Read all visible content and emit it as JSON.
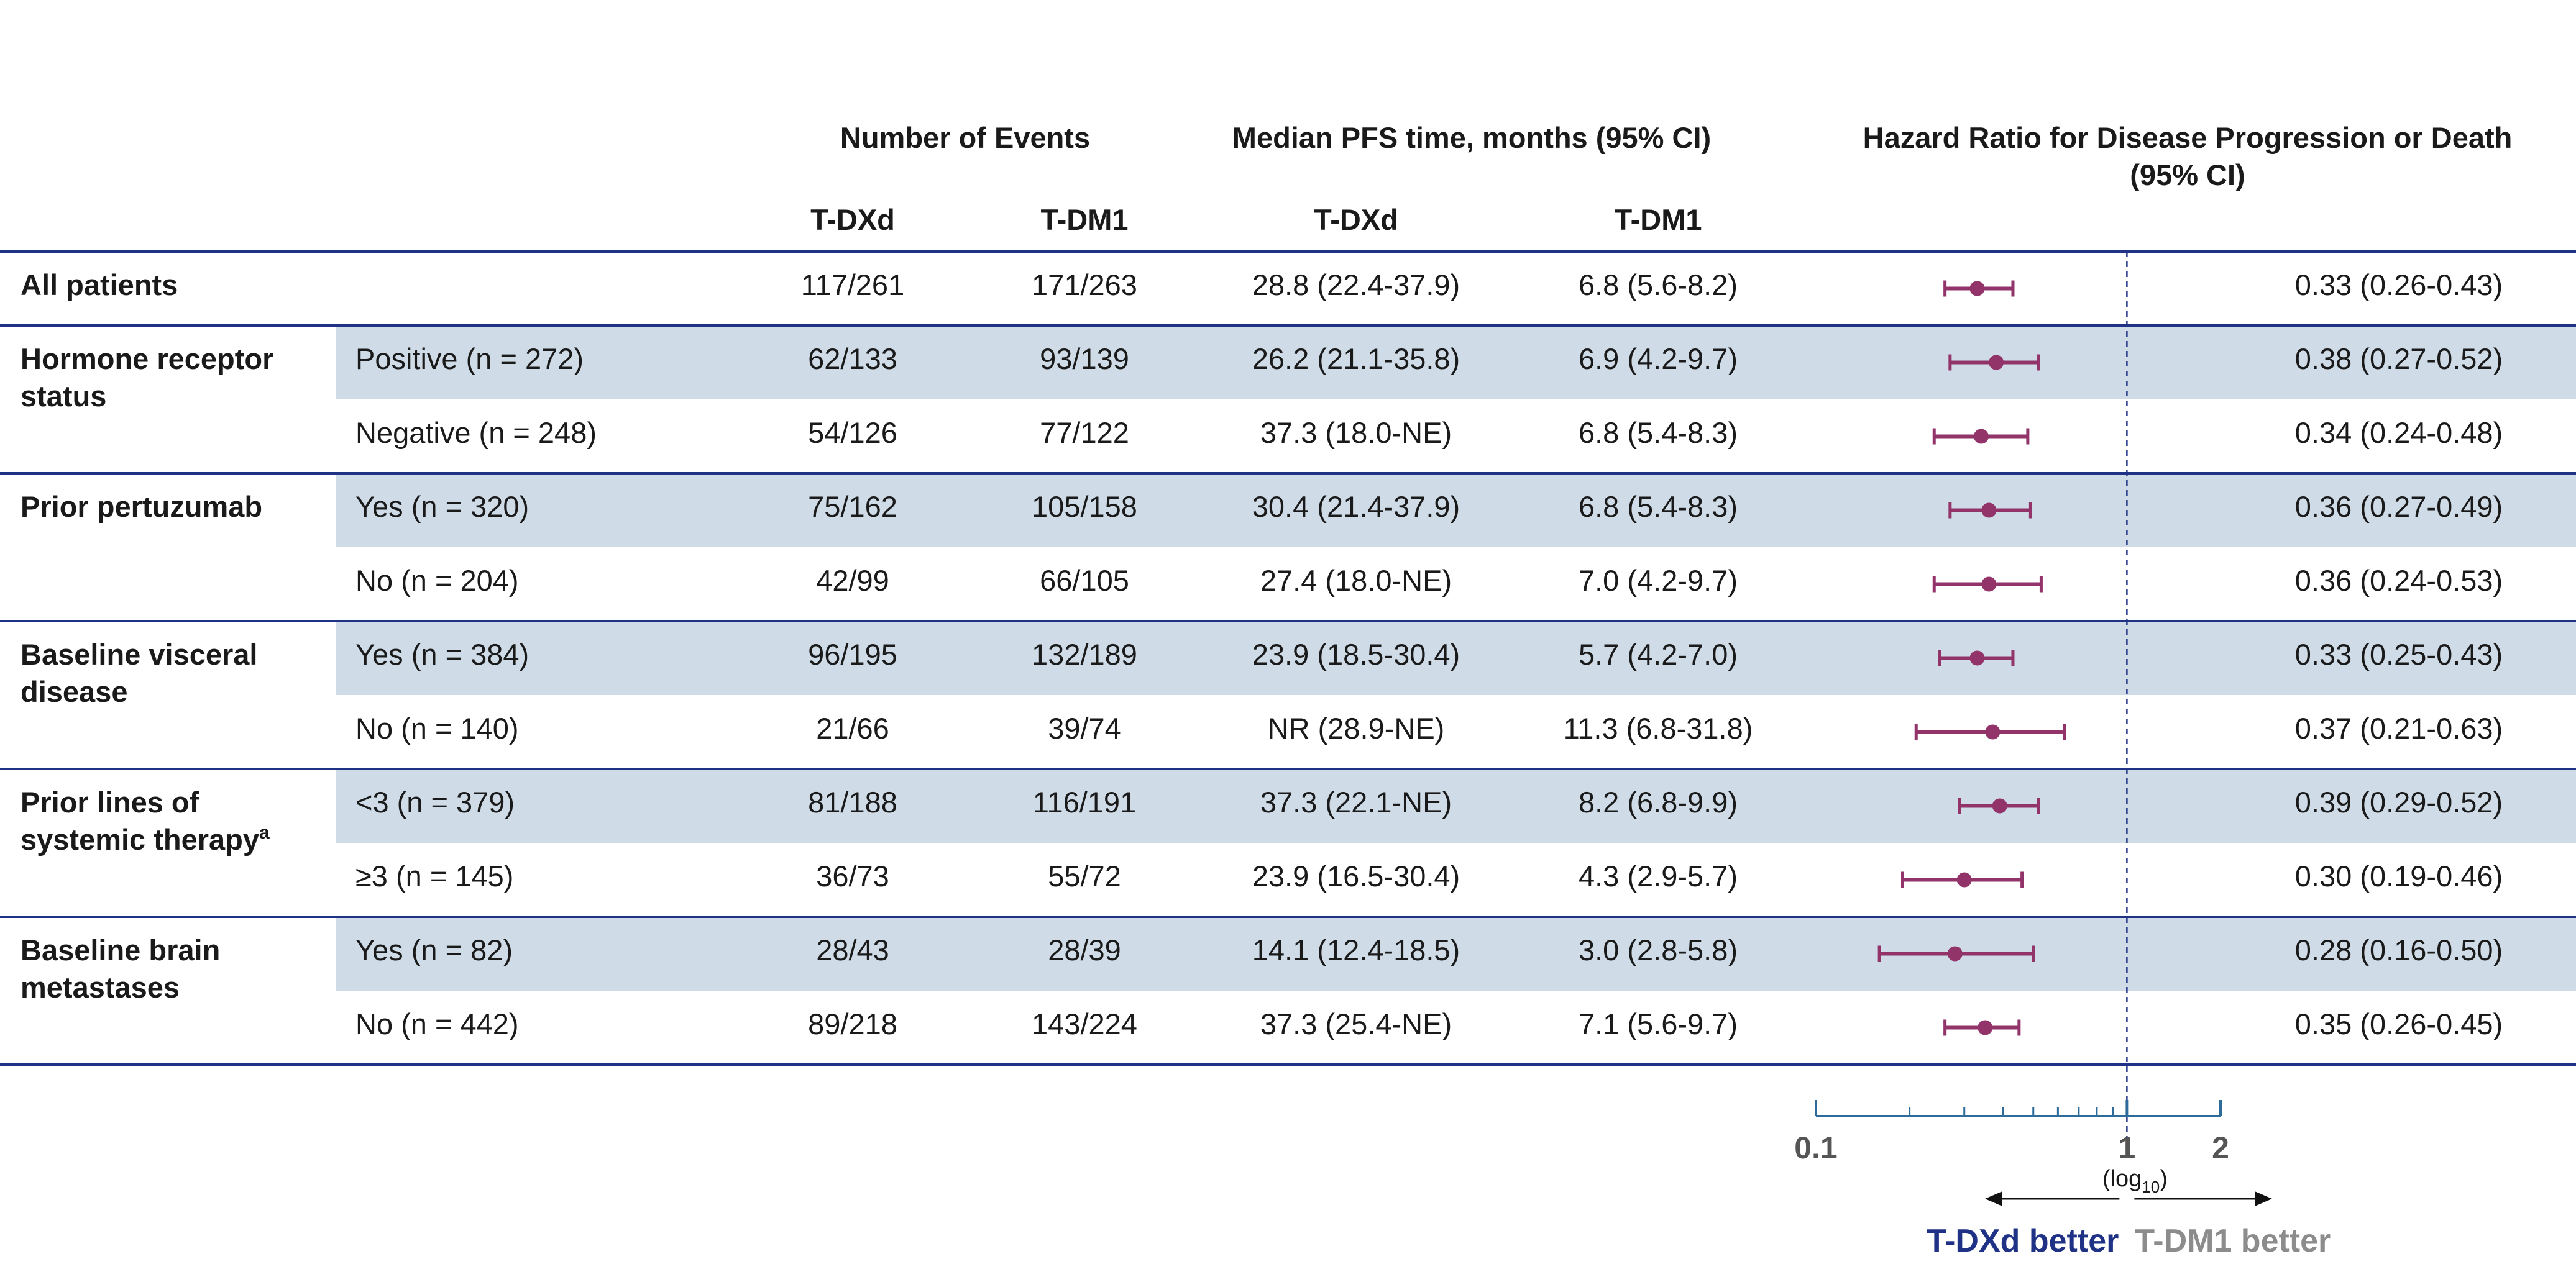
{
  "headers": {
    "events": "Number of Events",
    "pfs": "Median PFS time, months (95% CI)",
    "hr_line1": "Hazard Ratio for Disease Progression or Death",
    "hr_line2": "(95% CI)",
    "col_tdxd": "T-DXd",
    "col_tdm1": "T-DM1"
  },
  "groups": [
    {
      "label_lines": [
        "All patients"
      ],
      "sup": "",
      "rows": [
        {
          "subgroup": "",
          "ev_tdxd": "117/261",
          "ev_tdm1": "171/263",
          "pfs_tdxd": "28.8 (22.4-37.9)",
          "pfs_tdm1": "6.8 (5.6-8.2)",
          "hr_text": "0.33 (0.26-0.43)",
          "shaded": false
        }
      ]
    },
    {
      "label_lines": [
        "Hormone receptor",
        "status"
      ],
      "sup": "",
      "rows": [
        {
          "subgroup": "Positive (n = 272)",
          "ev_tdxd": "62/133",
          "ev_tdm1": "93/139",
          "pfs_tdxd": "26.2 (21.1-35.8)",
          "pfs_tdm1": "6.9 (4.2-9.7)",
          "hr_text": "0.38 (0.27-0.52)",
          "shaded": true
        },
        {
          "subgroup": "Negative (n = 248)",
          "ev_tdxd": "54/126",
          "ev_tdm1": "77/122",
          "pfs_tdxd": "37.3 (18.0-NE)",
          "pfs_tdm1": "6.8 (5.4-8.3)",
          "hr_text": "0.34 (0.24-0.48)",
          "shaded": false
        }
      ]
    },
    {
      "label_lines": [
        "Prior pertuzumab"
      ],
      "sup": "",
      "rows": [
        {
          "subgroup": "Yes (n = 320)",
          "ev_tdxd": "75/162",
          "ev_tdm1": "105/158",
          "pfs_tdxd": "30.4 (21.4-37.9)",
          "pfs_tdm1": "6.8 (5.4-8.3)",
          "hr_text": "0.36 (0.27-0.49)",
          "shaded": true
        },
        {
          "subgroup": "No (n = 204)",
          "ev_tdxd": "42/99",
          "ev_tdm1": "66/105",
          "pfs_tdxd": "27.4 (18.0-NE)",
          "pfs_tdm1": "7.0 (4.2-9.7)",
          "hr_text": "0.36 (0.24-0.53)",
          "shaded": false
        }
      ]
    },
    {
      "label_lines": [
        "Baseline visceral",
        "disease"
      ],
      "sup": "",
      "rows": [
        {
          "subgroup": "Yes (n = 384)",
          "ev_tdxd": "96/195",
          "ev_tdm1": "132/189",
          "pfs_tdxd": "23.9 (18.5-30.4)",
          "pfs_tdm1": "5.7 (4.2-7.0)",
          "hr_text": "0.33 (0.25-0.43)",
          "shaded": true
        },
        {
          "subgroup": "No (n = 140)",
          "ev_tdxd": "21/66",
          "ev_tdm1": "39/74",
          "pfs_tdxd": "NR (28.9-NE)",
          "pfs_tdm1": "11.3 (6.8-31.8)",
          "hr_text": "0.37 (0.21-0.63)",
          "shaded": false
        }
      ]
    },
    {
      "label_lines": [
        "Prior lines of",
        "systemic therapy"
      ],
      "sup": "a",
      "rows": [
        {
          "subgroup": "<3 (n = 379)",
          "ev_tdxd": "81/188",
          "ev_tdm1": "116/191",
          "pfs_tdxd": "37.3 (22.1-NE)",
          "pfs_tdm1": "8.2 (6.8-9.9)",
          "hr_text": "0.39 (0.29-0.52)",
          "shaded": true
        },
        {
          "subgroup": "≥3 (n = 145)",
          "ev_tdxd": "36/73",
          "ev_tdm1": "55/72",
          "pfs_tdxd": "23.9 (16.5-30.4)",
          "pfs_tdm1": "4.3 (2.9-5.7)",
          "hr_text": "0.30 (0.19-0.46)",
          "shaded": false
        }
      ]
    },
    {
      "label_lines": [
        "Baseline brain",
        "metastases"
      ],
      "sup": "",
      "rows": [
        {
          "subgroup": "Yes (n = 82)",
          "ev_tdxd": "28/43",
          "ev_tdm1": "28/39",
          "pfs_tdxd": "14.1 (12.4-18.5)",
          "pfs_tdm1": "3.0 (2.8-5.8)",
          "hr_text": "0.28 (0.16-0.50)",
          "shaded": true
        },
        {
          "subgroup": "No (n = 442)",
          "ev_tdxd": "89/218",
          "ev_tdm1": "143/224",
          "pfs_tdxd": "37.3 (25.4-NE)",
          "pfs_tdm1": "7.1 (5.6-9.7)",
          "hr_text": "0.35 (0.26-0.45)",
          "shaded": false
        }
      ]
    }
  ],
  "chart_data": {
    "type": "scatter",
    "title": "Hazard Ratio for Disease Progression or Death (95% CI)",
    "x_scale": "log10",
    "x_range": [
      0.1,
      2
    ],
    "x_ticks": [
      0.1,
      1,
      2
    ],
    "x_tick_labels": [
      "0.1",
      "1",
      "2"
    ],
    "axis_note_base": "(log",
    "axis_note_sub": "10",
    "axis_note_end": ")",
    "reference_line": 1,
    "favor_left": "T-DXd better",
    "favor_right": "T-DM1 better",
    "points": [
      {
        "hr": 0.33,
        "lo": 0.26,
        "hi": 0.43
      },
      {
        "hr": 0.38,
        "lo": 0.27,
        "hi": 0.52
      },
      {
        "hr": 0.34,
        "lo": 0.24,
        "hi": 0.48
      },
      {
        "hr": 0.36,
        "lo": 0.27,
        "hi": 0.49
      },
      {
        "hr": 0.36,
        "lo": 0.24,
        "hi": 0.53
      },
      {
        "hr": 0.33,
        "lo": 0.25,
        "hi": 0.43
      },
      {
        "hr": 0.37,
        "lo": 0.21,
        "hi": 0.63
      },
      {
        "hr": 0.39,
        "lo": 0.29,
        "hi": 0.52
      },
      {
        "hr": 0.3,
        "lo": 0.19,
        "hi": 0.46
      },
      {
        "hr": 0.28,
        "lo": 0.16,
        "hi": 0.5
      },
      {
        "hr": 0.35,
        "lo": 0.26,
        "hi": 0.45
      }
    ]
  },
  "colors": {
    "navy": "#1f3286",
    "shade": "#cfdce8",
    "marker": "#92336a",
    "axis": "#2d6b9a",
    "text": "#1a1a1a",
    "grey": "#8c8c8c"
  }
}
